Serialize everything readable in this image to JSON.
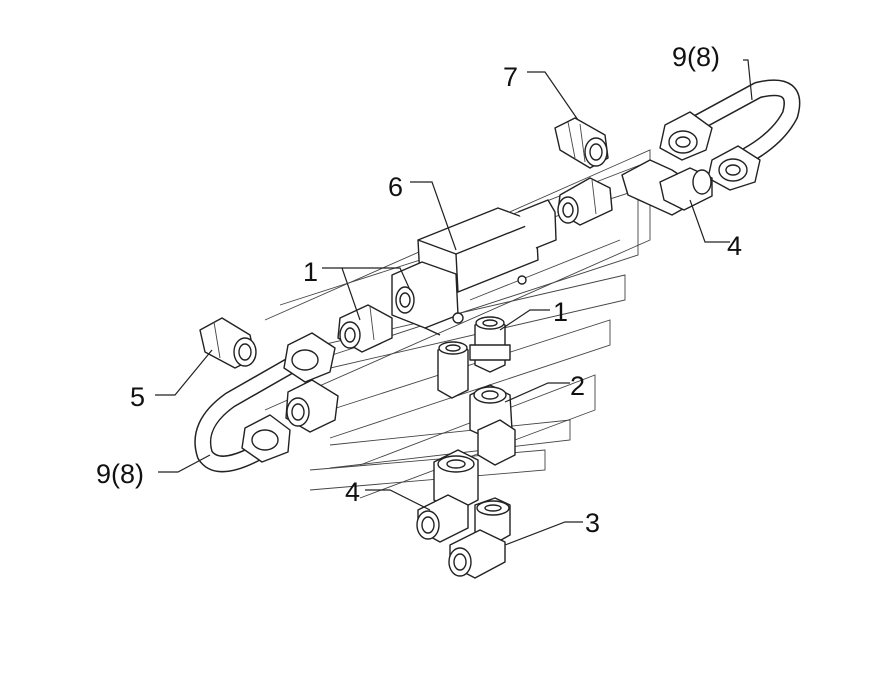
{
  "labels": {
    "pipe_top": "9(8)",
    "nipple_top": "7",
    "block": "6",
    "elbow_top": "4",
    "adapters_left": "1",
    "adapter_right": "1",
    "straight_nut": "2",
    "nipple_left": "5",
    "elbow_bottom": "3",
    "pipe_left": "9(8)",
    "elbow_mid": "4"
  }
}
